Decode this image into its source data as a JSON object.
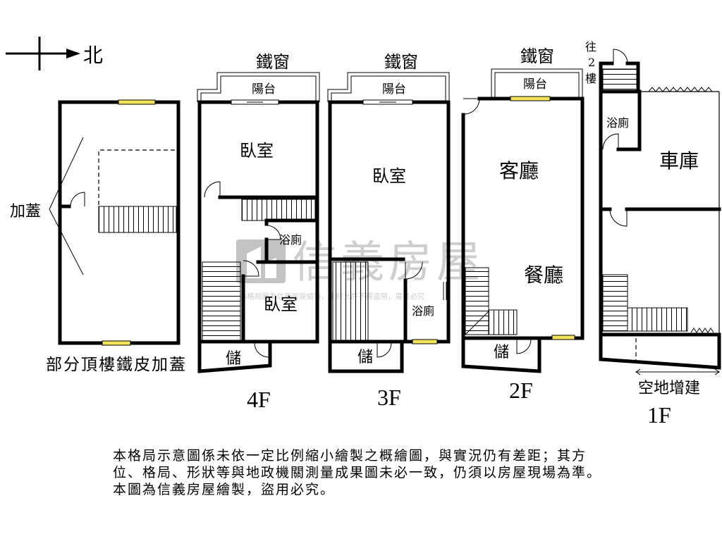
{
  "compass": {
    "north_label": "北"
  },
  "roof": {
    "addon_label": "加蓋",
    "caption": "部分頂樓鐵皮加蓋"
  },
  "floors": {
    "f4": {
      "label": "4F",
      "iron_window": "鐵窗",
      "balcony": "陽台",
      "bedroom_top": "臥室",
      "bathroom": "浴廁",
      "bedroom_bottom": "臥室",
      "storage": "儲"
    },
    "f3": {
      "label": "3F",
      "iron_window": "鐵窗",
      "balcony": "陽台",
      "bedroom": "臥室",
      "bathroom": "浴廁",
      "storage": "儲"
    },
    "f2": {
      "label": "2F",
      "iron_window": "鐵窗",
      "balcony": "陽台",
      "living_room": "客廳",
      "dining_room": "餐廳",
      "storage": "儲"
    },
    "f1": {
      "label": "1F",
      "to_2f": [
        "往",
        "2",
        "樓"
      ],
      "bathroom": "浴廁",
      "garage": "車庫",
      "extension": "空地增建"
    }
  },
  "watermark": {
    "brand": "信義房屋",
    "notice": "本格局圖為信義房屋繪製，未經允許不得盜用，違者必究"
  },
  "disclaimer": {
    "lines": [
      "本格局示意圖係未依一定比例縮小繪製之概繪圖，與實況仍有差距；其方",
      "位、格局、形狀等與地政機關測量成果圖未必一致，仍須以房屋現場為準。",
      "本圖為信義房屋繪製，盜用必究。"
    ]
  }
}
